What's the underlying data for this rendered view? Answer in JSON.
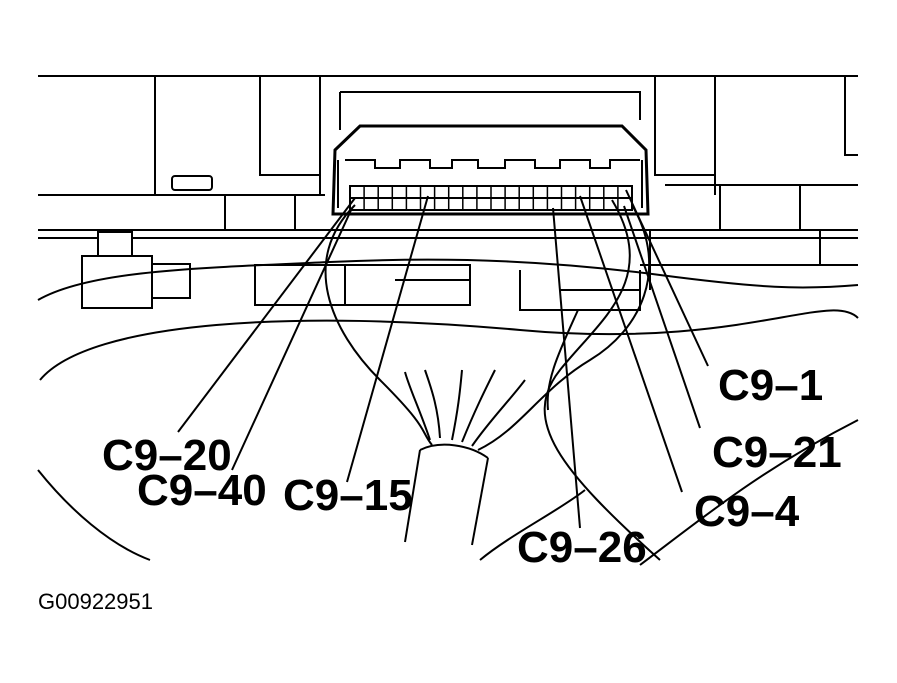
{
  "figure_id": "G00922951",
  "pin_labels": {
    "c9_1": "C9–1",
    "c9_21": "C9–21",
    "c9_4": "C9–4",
    "c9_26": "C9–26",
    "c9_15": "C9–15",
    "c9_20": "C9–20",
    "c9_40": "C9–40"
  },
  "connector_pins_per_row": 20,
  "connector_rows": 2
}
